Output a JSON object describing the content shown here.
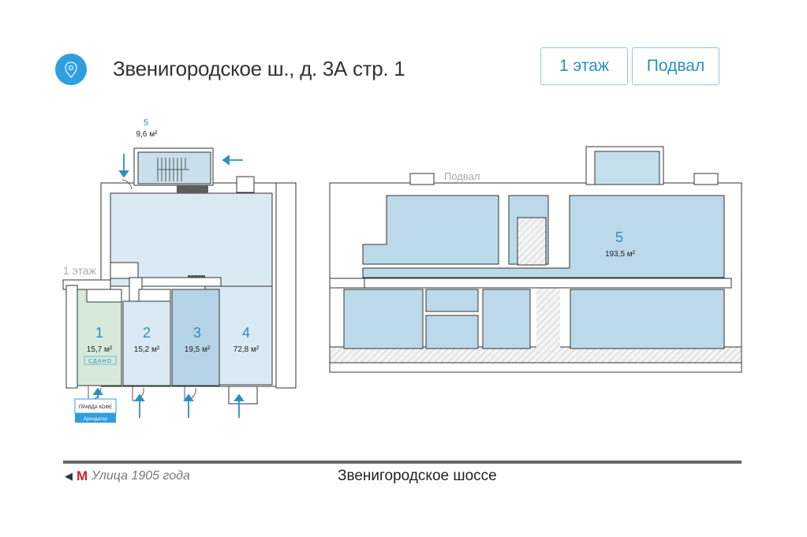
{
  "header": {
    "icon": "map-pin-icon",
    "address": "Звенигородское ш., д. 3А стр. 1",
    "floor_buttons": [
      {
        "label": "1 этаж"
      },
      {
        "label": "Подвал"
      }
    ]
  },
  "floor1": {
    "label": "1 этаж",
    "rooms": [
      {
        "number": "1",
        "area": "15,7 м²",
        "status": "СДАНО"
      },
      {
        "number": "2",
        "area": "15,2 м²"
      },
      {
        "number": "3",
        "area": "19,5 м²"
      },
      {
        "number": "4",
        "area": "72,8 м²"
      },
      {
        "number": "5",
        "area": "9,6 м²"
      }
    ],
    "tenant": {
      "brand": "ПРАВДА КОФЕ",
      "label": "Арендатор"
    }
  },
  "basement": {
    "label": "Подвал",
    "rooms": [
      {
        "number": "5",
        "area": "193,5 м²"
      }
    ]
  },
  "footer": {
    "metro_icon": "metro-m-icon",
    "metro_letter": "М",
    "metro_station": "Улица 1905 года",
    "street": "Звенигородское шоссе"
  },
  "colors": {
    "accent": "#2f9ee0",
    "room_rented": "#d5ead8",
    "room_light": "#d9eaf2",
    "room_selected": "#b5d3e6",
    "basement_room": "#bcd9e9",
    "metro": "#d0202c"
  }
}
